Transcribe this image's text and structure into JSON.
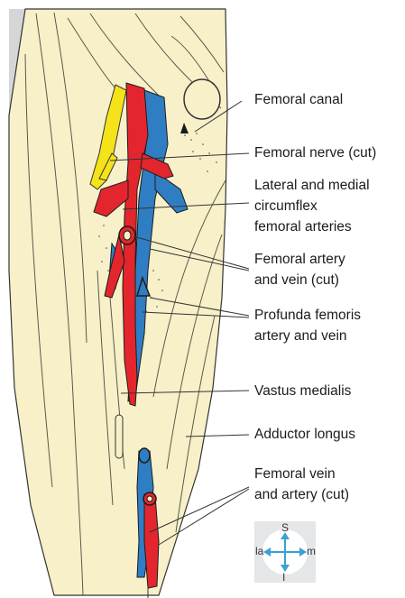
{
  "labels": {
    "femoral_canal": "Femoral canal",
    "femoral_nerve": "Femoral nerve (cut)",
    "circumflex_1": "Lateral and medial",
    "circumflex_2": "circumflex",
    "circumflex_3": "femoral arteries",
    "femoral_av_1": "Femoral artery",
    "femoral_av_2": "and vein (cut)",
    "profunda_1": "Profunda femoris",
    "profunda_2": "artery and vein",
    "vastus": "Vastus medialis",
    "adductor": "Adductor longus",
    "femoral_va_1": "Femoral vein",
    "femoral_va_2": "and artery (cut)"
  },
  "compass": {
    "superior": "S",
    "inferior": "I",
    "lateral": "la",
    "medial": "m"
  },
  "colors": {
    "tissue": "#f7f0c9",
    "artery": "#e3262d",
    "vein": "#2f7ec4",
    "nerve": "#f5e31a",
    "compass_bg": "#e4e6e8",
    "compass_arrow": "#3aa1d8"
  }
}
